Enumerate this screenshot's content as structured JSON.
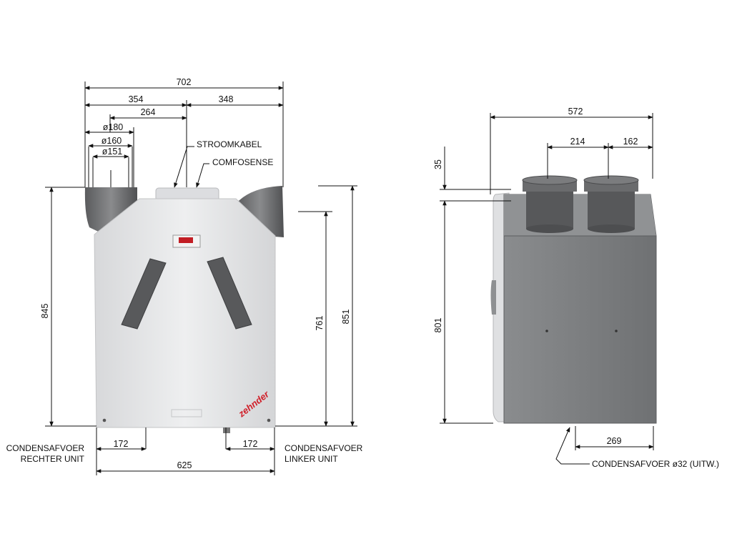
{
  "front_view": {
    "dimensions": {
      "total_width": "702",
      "left_to_center": "354",
      "center_to_right": "348",
      "duct_to_center": "264",
      "duct_d180": "ø180",
      "duct_d160": "ø160",
      "duct_d151": "ø151",
      "height_845": "845",
      "height_761": "761",
      "height_851": "851",
      "bottom_left_172": "172",
      "bottom_right_172": "172",
      "base_width": "625"
    },
    "labels": {
      "stroomkabel": "STROOMKABEL",
      "comfosense": "COMFOSENSE",
      "condensafvoer_right_line1": "CONDENSAFVOER",
      "condensafvoer_right_line2": "RECHTER UNIT",
      "condensafvoer_left_line1": "CONDENSAFVOER",
      "condensafvoer_left_line2": "LINKER UNIT"
    },
    "brand": "zehnder"
  },
  "side_view": {
    "dimensions": {
      "depth": "572",
      "spigot_spacing": "214",
      "spigot_edge": "162",
      "top_offset": "35",
      "height_801": "801",
      "drain_offset": "269"
    },
    "labels": {
      "condensafvoer": "CONDENSAFVOER ø32 (UITW.)"
    }
  },
  "colors": {
    "body_light": "#e4e5e7",
    "body_dark": "#7a7c7e",
    "duct_grey": "#6d6e70",
    "line": "#111111"
  }
}
